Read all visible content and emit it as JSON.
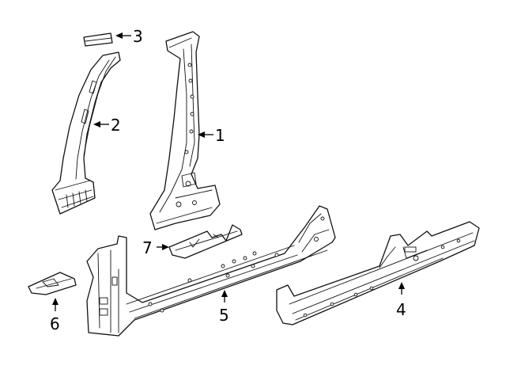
{
  "diagram": {
    "callouts": [
      {
        "id": "1",
        "label": "1"
      },
      {
        "id": "2",
        "label": "2"
      },
      {
        "id": "3",
        "label": "3"
      },
      {
        "id": "4",
        "label": "4"
      },
      {
        "id": "5",
        "label": "5"
      },
      {
        "id": "6",
        "label": "6"
      },
      {
        "id": "7",
        "label": "7"
      }
    ],
    "colors": {
      "line": "#111111",
      "background": "#ffffff"
    }
  }
}
